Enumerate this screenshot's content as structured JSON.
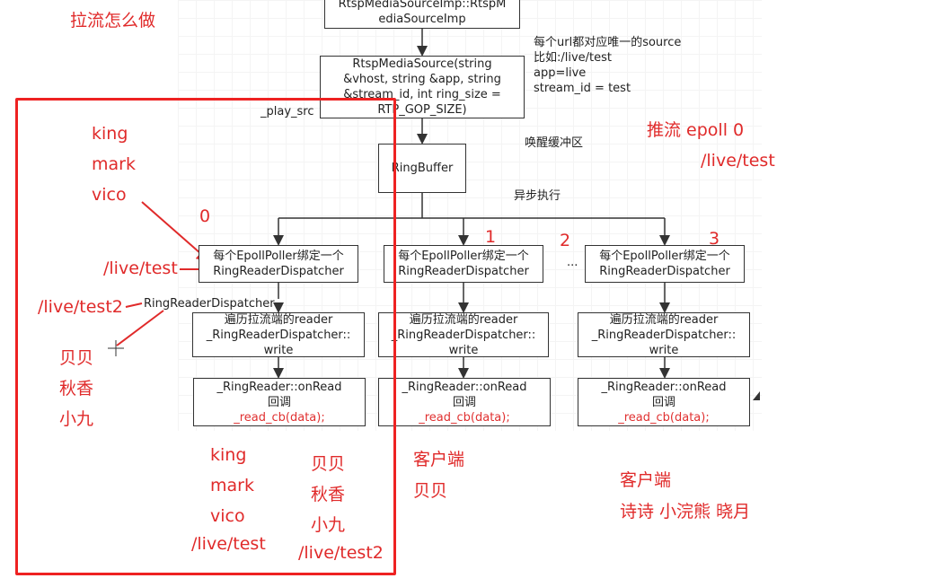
{
  "colors": {
    "annotation": "#e02a2a",
    "box_border": "#333333",
    "frame": "#ee2222"
  },
  "title": "拉流怎么做",
  "diagram": {
    "top_box": [
      "RtspMediaSourceImp::RtspM",
      "ediaSourceImp"
    ],
    "source_box": [
      "RtspMediaSource(string",
      "&vhost, string &app, string",
      "&stream_id, int ring_size =",
      "RTP_GOP_SIZE)"
    ],
    "source_note": [
      "每个url都对应唯一的source",
      "比如:/live/test",
      "app=live",
      "stream_id = test"
    ],
    "play_src": "_play_src",
    "ring_buffer": "RingBuffer",
    "wake_note": "唤醒缓冲区",
    "async_note": "异步执行",
    "ellipsis": "...",
    "dispatchers": [
      [
        "每个EpollPoller绑定一个",
        "RingReaderDispatcher"
      ],
      [
        "每个EpollPoller绑定一个",
        "RingReaderDispatcher"
      ],
      [
        "每个EpollPoller绑定一个",
        "RingReaderDispatcher"
      ]
    ],
    "writers": [
      [
        "遍历拉流端的reader",
        "_RingReaderDispatcher::",
        "write"
      ],
      [
        "遍历拉流端的reader",
        "_RingReaderDispatcher::",
        "write"
      ],
      [
        "遍历拉流端的reader",
        "_RingReaderDispatcher::",
        "write"
      ]
    ],
    "readers": [
      [
        "_RingReader::onRead",
        "回调",
        "_read_cb(data);"
      ],
      [
        "_RingReader::onRead",
        "回调",
        "_read_cb(data);"
      ],
      [
        "_RingReader::onRead",
        "回调",
        "_read_cb(data);"
      ]
    ],
    "side_dispatcher": "RingReaderDispatcher"
  },
  "annotations": {
    "names_top": [
      "king",
      "mark",
      "vico"
    ],
    "num0": "0",
    "num1": "1",
    "num2": "2",
    "num3": "3",
    "live_test": "/live/test",
    "live_test2": "/live/test2",
    "names_mid": [
      "贝贝",
      "秋香",
      "小九"
    ],
    "bottom_left": [
      "king",
      "mark",
      "vico",
      "/live/test"
    ],
    "bottom_right": [
      "贝贝",
      "秋香",
      "小九",
      "/live/test2"
    ],
    "push_title": "推流 epoll 0",
    "push_path": "/live/test",
    "client1": [
      "客户端",
      "贝贝"
    ],
    "client2": [
      "客户端",
      "诗诗  小浣熊 晓月"
    ]
  }
}
